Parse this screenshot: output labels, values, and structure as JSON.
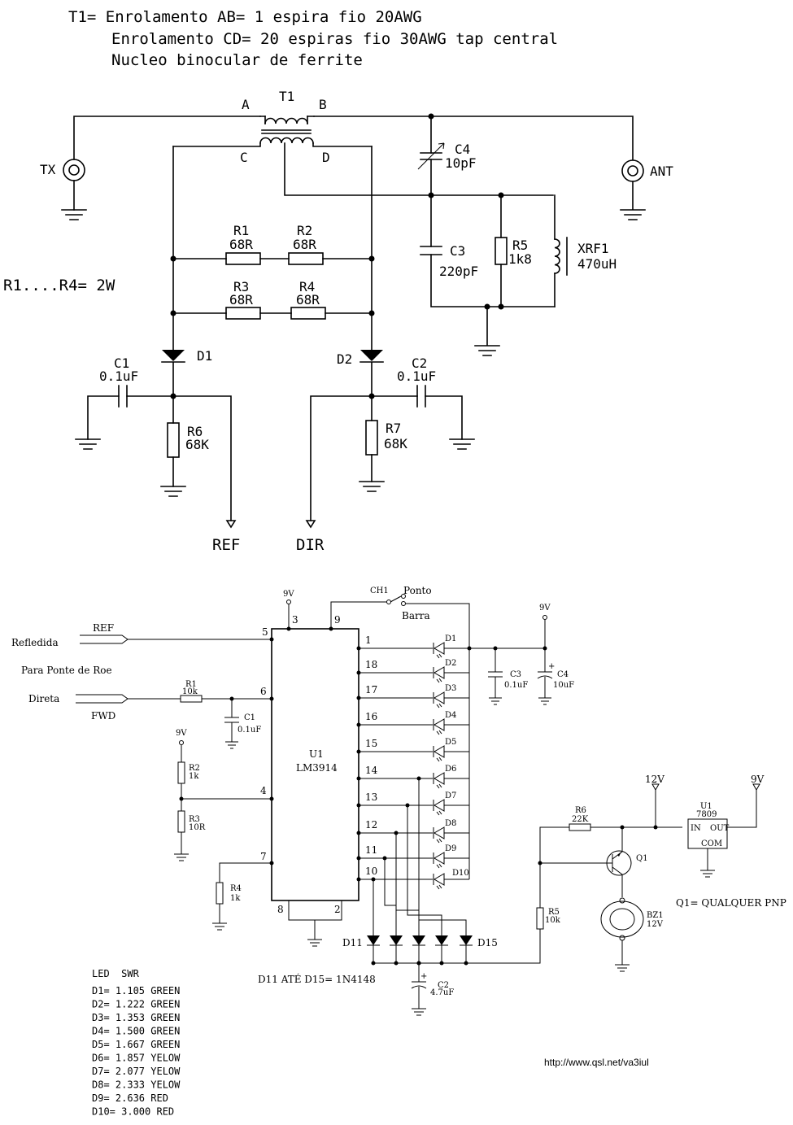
{
  "header": {
    "line1": "T1= Enrolamento AB= 1 espira fio 20AWG",
    "line2": "Enrolamento CD= 20 espiras fio 30AWG tap central",
    "line3": "Nucleo binocular de ferrite"
  },
  "bridge": {
    "tx": "TX",
    "ant": "ANT",
    "t1": "T1",
    "pin_a": "A",
    "pin_b": "B",
    "pin_c": "C",
    "pin_d": "D",
    "c4": {
      "ref": "C4",
      "value": "10pF"
    },
    "c3": {
      "ref": "C3",
      "value": "220pF"
    },
    "r5": {
      "ref": "R5",
      "value": "1k8"
    },
    "xrf1": {
      "ref": "XRF1",
      "value": "470uH"
    },
    "r1": {
      "ref": "R1",
      "value": "68R"
    },
    "r2": {
      "ref": "R2",
      "value": "68R"
    },
    "r3": {
      "ref": "R3",
      "value": "68R"
    },
    "r4": {
      "ref": "R4",
      "value": "68R"
    },
    "note": "R1....R4= 2W",
    "d1": "D1",
    "d2": "D2",
    "c1": {
      "ref": "C1",
      "value": "0.1uF"
    },
    "c2": {
      "ref": "C2",
      "value": "0.1uF"
    },
    "r6": {
      "ref": "R6",
      "value": "68K"
    },
    "r7": {
      "ref": "R7",
      "value": "68K"
    },
    "ref_out": "REF",
    "dir_out": "DIR"
  },
  "meter": {
    "vcc1": "9V",
    "vcc2": "9V",
    "vcc3": "9V",
    "ch1": "CH1",
    "ponto": "Ponto",
    "barra": "Barra",
    "ref_flag": "REF",
    "refledida": "Refledida",
    "ponte": "Para Ponte de Roe",
    "direta": "Direta",
    "fwd": "FWD",
    "r1": {
      "ref": "R1",
      "value": "10k"
    },
    "c1": {
      "ref": "C1",
      "value": "0.1uF"
    },
    "r2": {
      "ref": "R2",
      "value": "1k"
    },
    "r3": {
      "ref": "R3",
      "value": "10R"
    },
    "r4": {
      "ref": "R4",
      "value": "1k"
    },
    "u1": {
      "ref": "U1",
      "value": "LM3914"
    },
    "c3": {
      "ref": "C3",
      "value": "0.1uF"
    },
    "c4": {
      "ref": "C4",
      "value": "10uF"
    },
    "pins_left": [
      "5",
      "6",
      "4",
      "7"
    ],
    "pins_top": [
      "3",
      "9"
    ],
    "pins_bottom": [
      "8",
      "2"
    ],
    "pins_right": [
      "1",
      "18",
      "17",
      "16",
      "15",
      "14",
      "13",
      "12",
      "11",
      "10"
    ],
    "leds": [
      "D1",
      "D2",
      "D3",
      "D4",
      "D5",
      "D6",
      "D7",
      "D8",
      "D9",
      "D10"
    ],
    "d11": "D11",
    "d15": "D15",
    "diode_note": "D11 ATÉ D15= 1N4148",
    "c2": {
      "ref": "C2",
      "value": "4.7uF"
    },
    "r5": {
      "ref": "R5",
      "value": "10k"
    },
    "r6": {
      "ref": "R6",
      "value": "22K"
    },
    "q1": "Q1",
    "bz1": {
      "ref": "BZ1",
      "value": "12V"
    },
    "v12": "12V",
    "v9": "9V",
    "reg": {
      "ref": "U1",
      "part": "7809",
      "in": "IN",
      "out": "OUT",
      "com": "COM"
    },
    "q1_note": "Q1= QUALQUER PNP"
  },
  "table": {
    "header": "LED  SWR",
    "rows": [
      "D1= 1.105 GREEN",
      "D2= 1.222 GREEN",
      "D3= 1.353 GREEN",
      "D4= 1.500 GREEN",
      "D5= 1.667 GREEN",
      "D6= 1.857 YELOW",
      "D7= 2.077 YELOW",
      "D8= 2.333 YELOW",
      "D9= 2.636 RED",
      "D10= 3.000 RED"
    ]
  },
  "url": "http://www.qsl.net/va3iul"
}
